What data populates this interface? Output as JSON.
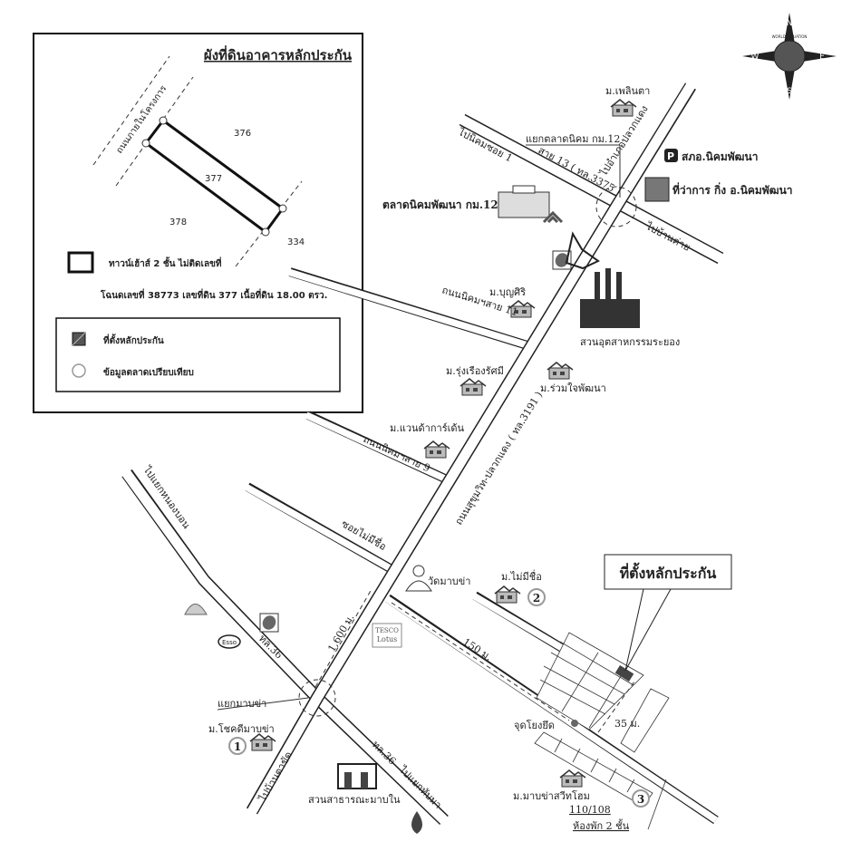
{
  "inset": {
    "title": "ผังที่ดินอาคารหลักประกัน",
    "road_label": "ถนนภายในโครงการ",
    "plots": [
      "376",
      "377",
      "378",
      "334"
    ],
    "building_legend": "ทาวน์เฮ้าส์ 2 ชั้น ไม่ติดเลขที่",
    "deed_info": "โฉนดเลขที่ 38773 เลขที่ดิน 377  เนื้อที่ดิน 18.00 ตรว.",
    "legend": {
      "collateral": "ที่ตั้งหลักประกัน",
      "comparable": "ข้อมูลตลาดเปรียบเทียบ"
    }
  },
  "compass": {
    "n": "N",
    "e": "E",
    "s": "S",
    "w": "W",
    "brand": "WORLD VALUATION"
  },
  "map": {
    "village_plernta": "ม.เพลินตา",
    "junction_market": "แยกตลาดนิคม กม.12",
    "road_13": "สาย 13 ( ทล.3375 )",
    "to_nikhom_soi1": "ไปนิคมซอย 1",
    "to_pluak_daeng": "ไปอำเภอปลวกแดง",
    "police": "สภอ.นิคมพัฒนา",
    "police_icon_letter": "P",
    "district_office": "ที่ว่าการ กิ่ง อ.นิคมพัฒนา",
    "market": "ตลาดนิคมพัฒนา กม.12",
    "to_ban_khai": "ไปบ้านค่าย",
    "road_11": "ถนนนิคมฯสาย 11",
    "village_boonsiri": "ม.บุญศิริ",
    "industrial_park": "สวนอุตสาหกรรมระยอง",
    "village_rungruang": "ม.รุ่งเรืองรัศมี",
    "village_ruamjai": "ม.ร่วมใจพัฒนา",
    "village_vanda": "ม.แวนด้าการ์เด้น",
    "road_9": "ถนนนิคมฯสาย 9",
    "main_road": "ถนนสุขุมวิท-ปลวกแดง ( ทล.3191 )",
    "unnamed_soi": "ซอยไม่มีชื่อ",
    "temple": "วัดมาบข่า",
    "village_unnamed": "ม.ไม่มีชื่อ",
    "dist_150": "150 ม.",
    "dist_1600": "1,600 ม.",
    "tesco_1": "TESCO",
    "tesco_2": "Lotus",
    "to_nong_bon": "ไปแยกหนองบอน",
    "esso": "Esso",
    "hwy36_a": "ทล.36",
    "hwy36_b": "ทล.36",
    "junction_mapkha": "แยกมาบข่า",
    "village_chokdee": "ม.โชคดีมาบข่า",
    "to_ban_takhat": "ไปบ้านตาขัด",
    "park": "สวนสาธารณะมาบใน",
    "to_thap_ma": "ไปแยกทับมา",
    "collateral_callout": "ที่ตั้งหลักประกัน",
    "anchor_point": "จุดโยงยึด",
    "dist_35": "35 ม.",
    "village_sweethome": "ม.มาบข่าสวีทโฮม",
    "house_no": "110/108",
    "two_storey_room": "ห้องพัก 2 ชั้น",
    "markers": [
      "1",
      "2",
      "3"
    ]
  }
}
